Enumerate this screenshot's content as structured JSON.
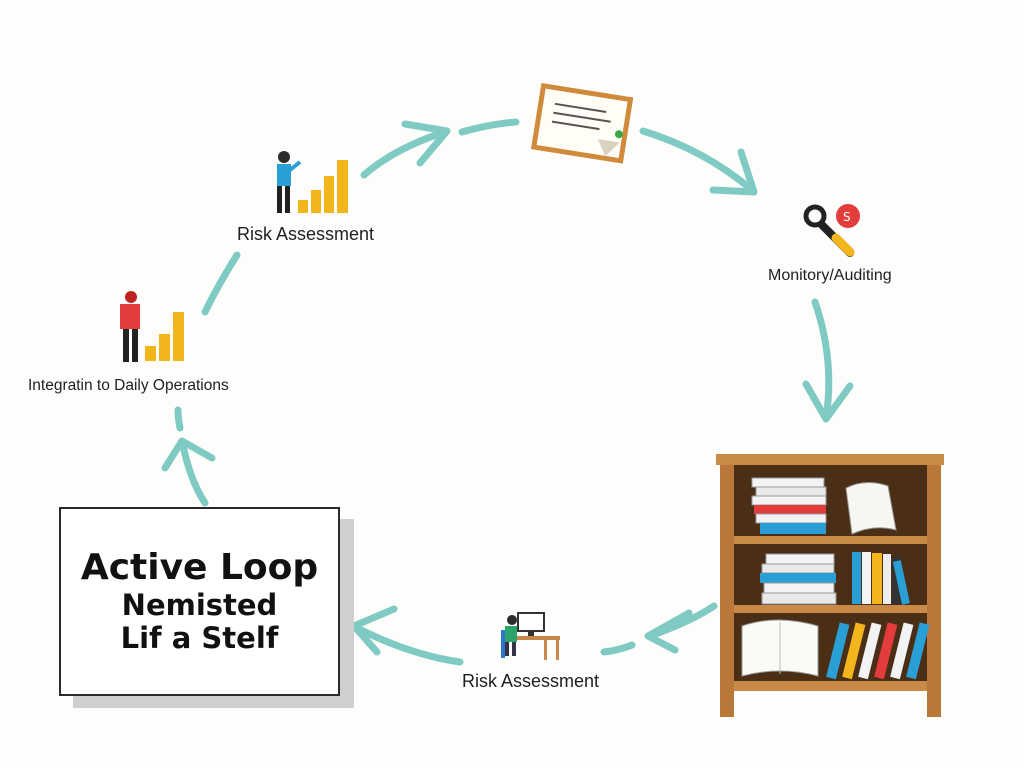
{
  "labels": {
    "risk_assessment_top": "Risk Assessment",
    "monitoring": "Monitory/Auditing",
    "integration": "Integratin to Daily Operations",
    "risk_assessment_bottom": "Risk Assessment"
  },
  "title_card": {
    "line1": "Active Loop",
    "line2": "Nemisted",
    "line3": "Lif a Stelf"
  },
  "colors": {
    "arrow": "#7fcbc3",
    "bar": "#f2b51c",
    "shelf_wood": "#b9783a",
    "background": "#fdfdfb"
  },
  "icons": [
    "person-chart-icon",
    "certificate-icon",
    "magnifier-icon",
    "desk-worker-icon",
    "bookshelf-icon"
  ]
}
